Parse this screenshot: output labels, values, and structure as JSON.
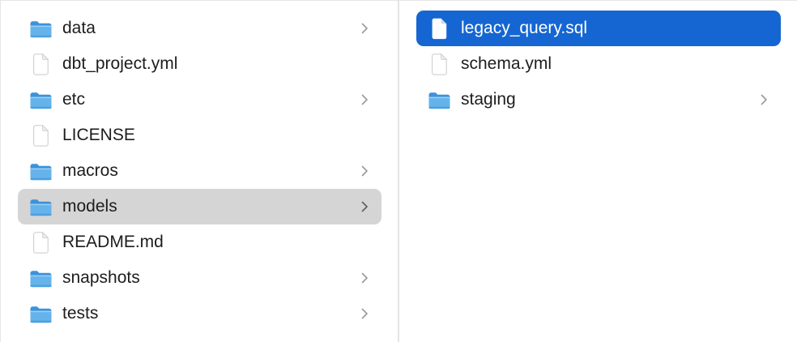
{
  "app": "finder-column-view",
  "colors": {
    "selection_blue": "#1566d2",
    "selection_gray": "#d5d5d5",
    "folder_blue": "#66b3eb",
    "divider": "#e3e3e3",
    "border": "#e5e5e5",
    "text": "#1d1d1f",
    "selected_text": "#ffffff",
    "chevron": "#999999"
  },
  "columns": [
    {
      "name": "parent-column",
      "items": [
        {
          "label": "data",
          "type": "folder",
          "chevron": true,
          "selected": null
        },
        {
          "label": "dbt_project.yml",
          "type": "file",
          "chevron": false,
          "selected": null
        },
        {
          "label": "etc",
          "type": "folder",
          "chevron": true,
          "selected": null
        },
        {
          "label": "LICENSE",
          "type": "file",
          "chevron": false,
          "selected": null
        },
        {
          "label": "macros",
          "type": "folder",
          "chevron": true,
          "selected": null
        },
        {
          "label": "models",
          "type": "folder",
          "chevron": true,
          "selected": "gray"
        },
        {
          "label": "README.md",
          "type": "file",
          "chevron": false,
          "selected": null
        },
        {
          "label": "snapshots",
          "type": "folder",
          "chevron": true,
          "selected": null
        },
        {
          "label": "tests",
          "type": "folder",
          "chevron": true,
          "selected": null
        }
      ]
    },
    {
      "name": "child-column",
      "items": [
        {
          "label": "legacy_query.sql",
          "type": "file",
          "chevron": false,
          "selected": "blue"
        },
        {
          "label": "schema.yml",
          "type": "file",
          "chevron": false,
          "selected": null
        },
        {
          "label": "staging",
          "type": "folder",
          "chevron": true,
          "selected": null
        }
      ]
    }
  ]
}
